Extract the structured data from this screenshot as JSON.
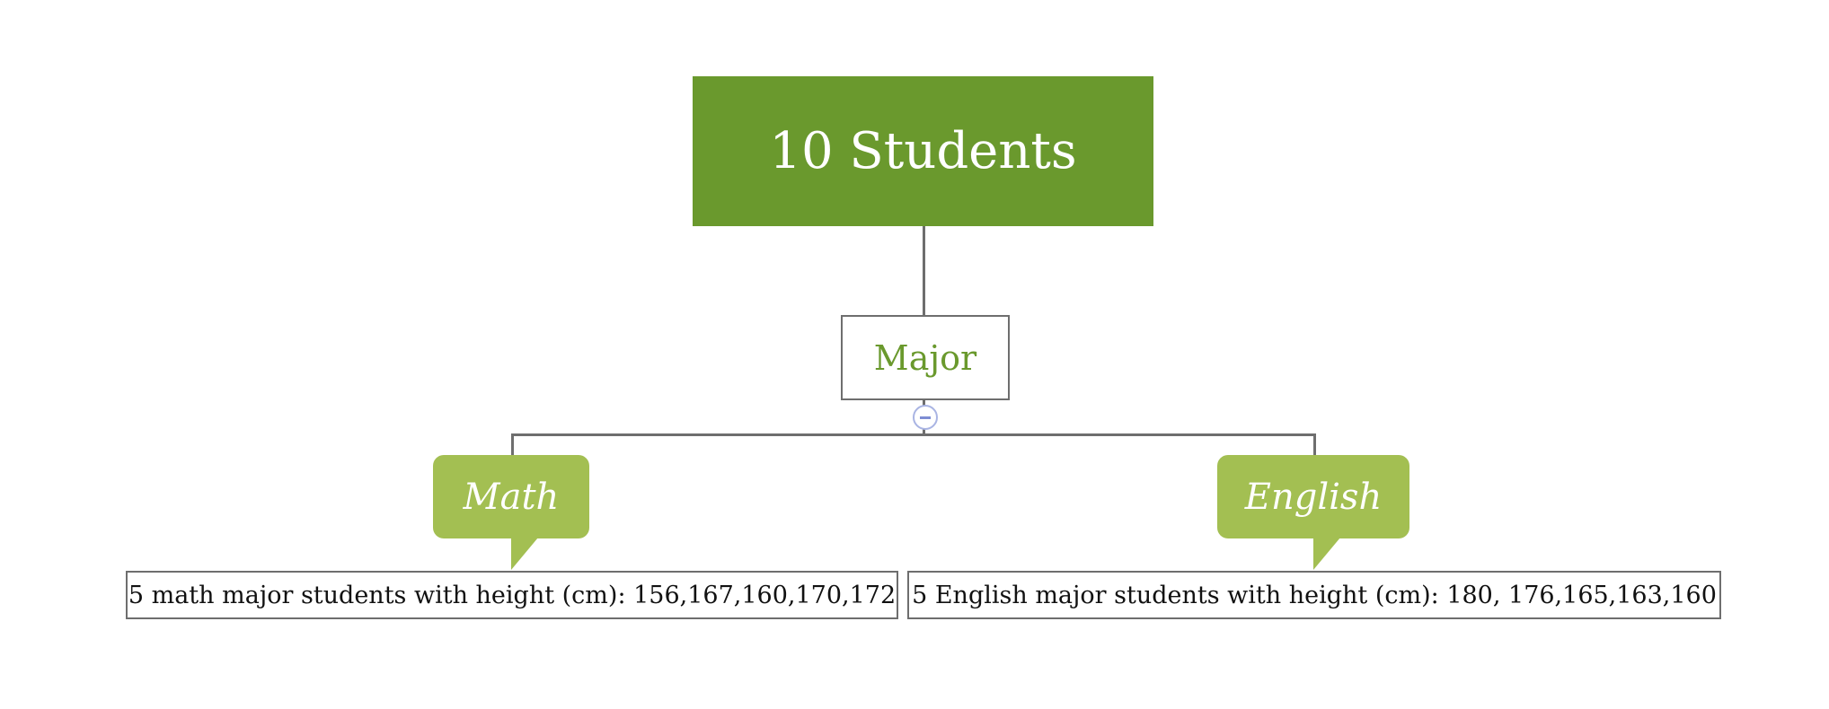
{
  "root": {
    "label": "10 Students",
    "color": "#6a992d"
  },
  "category": {
    "label": "Major",
    "color": "#6a992d"
  },
  "branches": [
    {
      "label": "Math",
      "detail": "5 math major students with height (cm): 156,167,160,170,172"
    },
    {
      "label": "English",
      "detail": "5 English major students with height (cm): 180, 176,165,163,160"
    }
  ],
  "collapse_icon": "minus-circle-icon",
  "colors": {
    "callout": "#a3bf52",
    "connector": "#6e6e6e",
    "collapse_ring": "#a9b4e3"
  }
}
